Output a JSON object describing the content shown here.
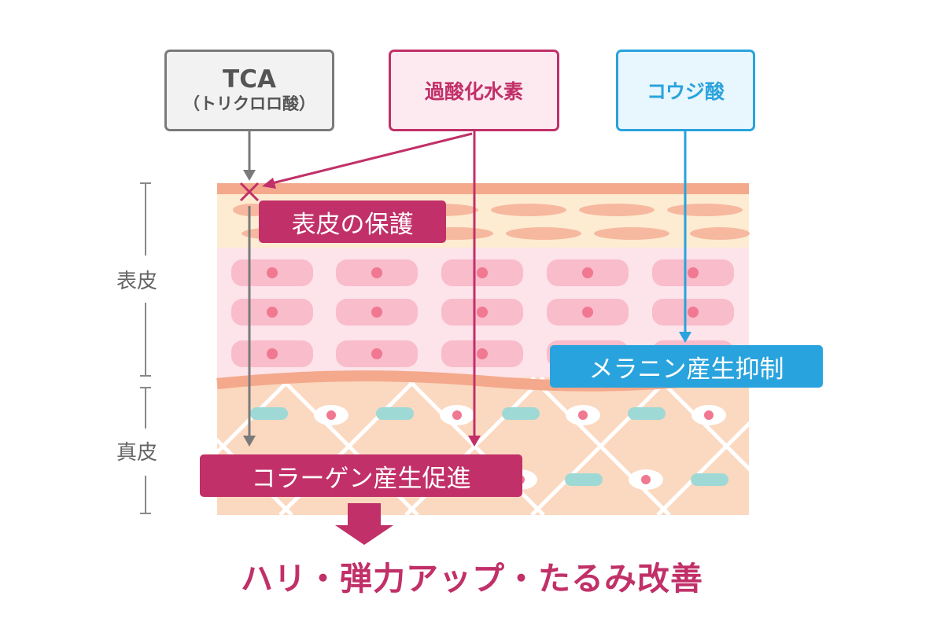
{
  "boxes": {
    "tca": {
      "line1": "TCA",
      "line2": "（トリクロロ酸）"
    },
    "h2o2": {
      "label": "過酸化水素"
    },
    "kojic": {
      "label": "コウジ酸"
    }
  },
  "labels": {
    "epidermis_protection": "表皮の保護",
    "melanin": "メラニン産生抑制",
    "collagen": "コラーゲン産生促進"
  },
  "side_labels": {
    "epidermis": "表皮",
    "dermis": "真皮"
  },
  "result": "ハリ・弾力アップ・たるみ改善",
  "colors": {
    "magenta": "#c13068",
    "blue": "#29a3dd",
    "gray": "#7a7a7a",
    "stratum_corneum": "#fdebd2",
    "epidermis": "#fde3ea",
    "dermis": "#fbd8c0",
    "cell": "#f9bccb",
    "nucleus": "#f07890",
    "fiber": "#9ed9d6"
  },
  "icons": {
    "block": "cross-mark-icon",
    "down": "down-arrow-icon"
  }
}
